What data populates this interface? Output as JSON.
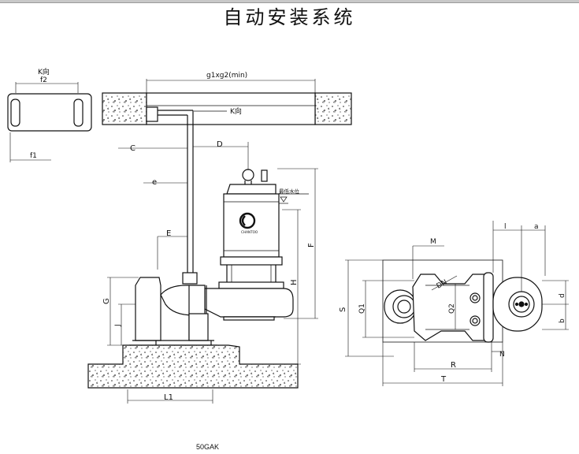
{
  "title": "自动安装系统",
  "model": "50GAK",
  "labels": {
    "k_dir_top": "K向",
    "f2": "f2",
    "f1": "f1",
    "g1g2": "g1xg2(min)",
    "k_dir_arrow": "K向",
    "C": "C",
    "D": "D",
    "e": "e",
    "E": "E",
    "min_water": "最低水位",
    "F": "F",
    "H": "H",
    "G": "G",
    "J": "J",
    "L1": "L1",
    "M": "M",
    "DN": "DN",
    "S": "S",
    "Q1": "Q1",
    "Q2": "Q2",
    "N": "N",
    "R": "R",
    "T": "T",
    "l": "l",
    "a": "a",
    "d": "d",
    "b": "b",
    "brand": "CHANTOO"
  }
}
